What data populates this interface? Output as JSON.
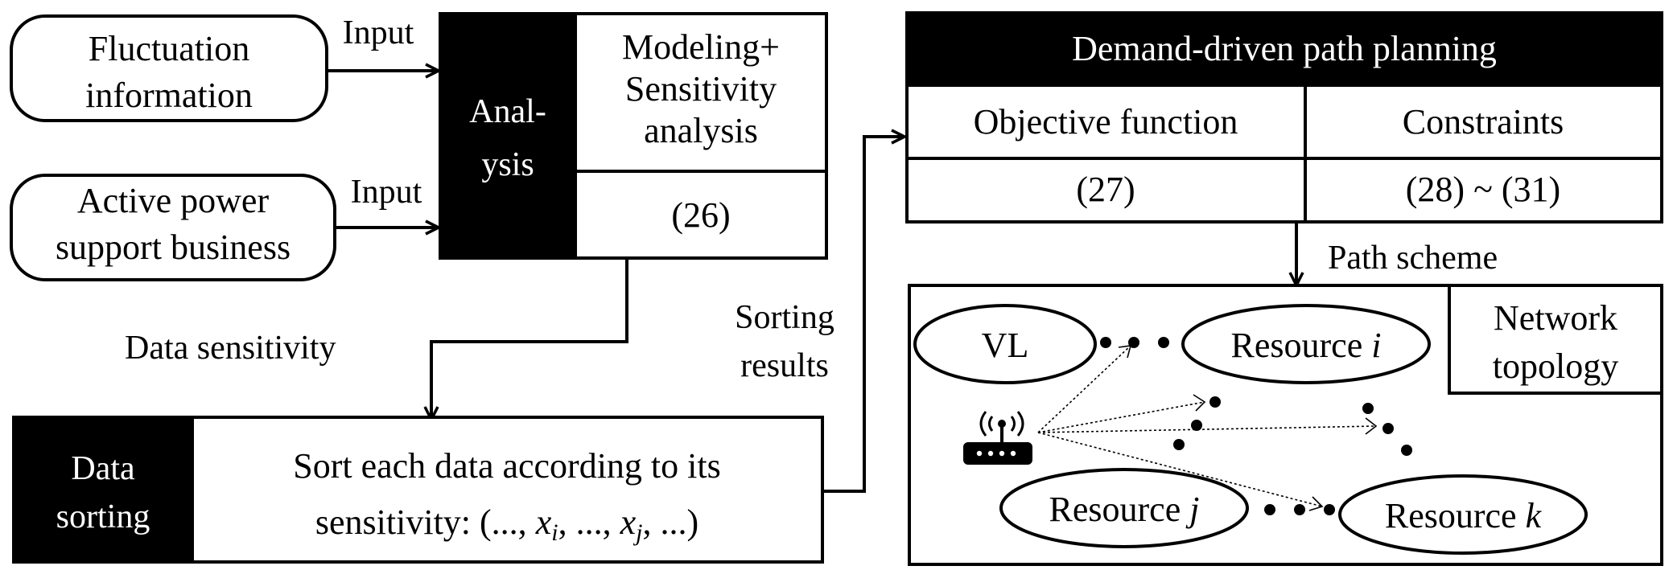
{
  "inputs": {
    "fluctuation": {
      "line1": "Fluctuation",
      "line2": "information"
    },
    "active_power": {
      "line1": "Active power",
      "line2": "support business"
    },
    "input_label_1": "Input",
    "input_label_2": "Input"
  },
  "analysis": {
    "label_line1": "Anal-",
    "label_line2": "ysis",
    "modeling_line1": "Modeling+",
    "modeling_line2": "Sensitivity",
    "modeling_line3": "analysis",
    "equation": "(26)"
  },
  "flow_labels": {
    "data_sensitivity": "Data sensitivity",
    "sorting_results_line1": "Sorting",
    "sorting_results_line2": "results",
    "path_scheme": "Path scheme"
  },
  "data_sorting": {
    "label_line1": "Data",
    "label_line2": "sorting",
    "desc_line1": "Sort each data according to its",
    "desc_line2_prefix": "sensitivity: (...,",
    "desc_xi": "x",
    "desc_xi_sub": "i",
    "desc_mid": ", ...,",
    "desc_xj": "x",
    "desc_xj_sub": "j",
    "desc_suffix": ", ...)"
  },
  "planning": {
    "title": "Demand-driven path planning",
    "objective_header": "Objective function",
    "constraints_header": "Constraints",
    "objective_eq": "(27)",
    "constraints_eq": "(28) ~ (31)"
  },
  "network": {
    "title_line1": "Network",
    "title_line2": "topology",
    "vl": "VL",
    "resource_i_prefix": "Resource",
    "resource_i_var": "i",
    "resource_j_prefix": "Resource",
    "resource_j_var": "j",
    "resource_k_prefix": "Resource",
    "resource_k_var": "k",
    "router_icon": "wireless-router-icon"
  }
}
